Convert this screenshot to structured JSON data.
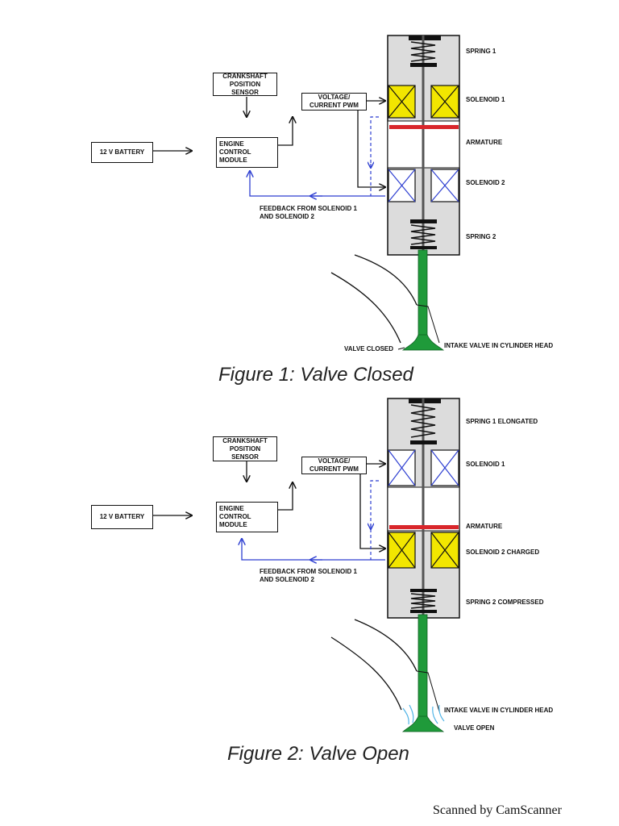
{
  "figures": [
    {
      "caption": "Figure 1: Valve Closed",
      "crank_sensor": "CRANKSHAFT POSITION SENSOR",
      "battery": "12 V BATTERY",
      "ecm": "ENGINE CONTROL MODULE",
      "pwm": "VOLTAGE/ CURRENT PWM",
      "feedback": "FEEDBACK FROM SOLENOID 1 AND SOLENOID 2",
      "spring1": "SPRING 1",
      "solenoid1": "SOLENOID 1",
      "armature": "ARMATURE",
      "solenoid2": "SOLENOID 2",
      "spring2": "SPRING 2",
      "intake": "INTAKE VALVE IN CYLINDER HEAD",
      "valve_state": "VALVE CLOSED"
    },
    {
      "caption": "Figure 2: Valve Open",
      "crank_sensor": "CRANKSHAFT POSITION SENSOR",
      "battery": "12 V BATTERY",
      "ecm": "ENGINE CONTROL MODULE",
      "pwm": "VOLTAGE/ CURRENT PWM",
      "feedback": "FEEDBACK FROM SOLENOID 1 AND SOLENOID 2",
      "spring1": "SPRING 1 ELONGATED",
      "solenoid1": "SOLENOID 1",
      "armature": "ARMATURE",
      "solenoid2": "SOLENOID 2 CHARGED",
      "spring2": "SPRING 2 COMPRESSED",
      "intake": "INTAKE VALVE IN CYLINDER HEAD",
      "valve_state": "VALVE OPEN"
    }
  ],
  "footer": "Scanned by CamScanner",
  "colors": {
    "energized_coil": "#f2e600",
    "armature": "#d9262b",
    "valve": "#1f9a3a",
    "feedback_line": "#2e3fd1",
    "housing": "#dcdcdc",
    "open_flow": "#4fb3e6"
  }
}
